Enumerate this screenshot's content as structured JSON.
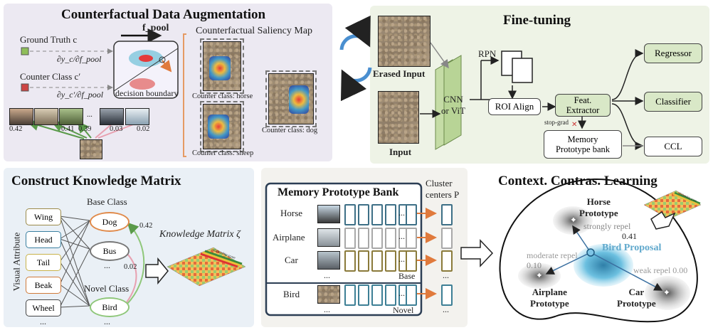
{
  "cda": {
    "title": "Counterfactual Data Augmentation",
    "ground_truth": "Ground Truth c",
    "counter_class": "Counter Class c′",
    "grad_gt": "∂y_c/∂f_pool",
    "grad_cc": "∂y_c′/∂f_pool",
    "fpool": "f_pool",
    "decision_boundary": "decision boundary",
    "saliency_title": "Counterfactual Saliency Map",
    "cc_horse": "Counter class: horse",
    "cc_sheep": "Counter class: sheep",
    "cc_dog": "Counter class: dog",
    "scores": [
      "0.42",
      "0.41",
      "0.39",
      "...",
      "0.03",
      "0.02"
    ]
  },
  "ft": {
    "title": "Fine-tuning",
    "erased_input": "Erased Input",
    "input": "Input",
    "backbone": "CNN\nor ViT",
    "rpn": "RPN",
    "roi": "ROI Align",
    "feat": "Feat.\nExtractor",
    "stopgrad": "stop-grad",
    "memory": "Memory\nPrototype bank",
    "regressor": "Regressor",
    "classifier": "Classifier",
    "ccl": "CCL",
    "colors": {
      "green_box": "#d9e8c7",
      "backbone": "#c5dca6"
    }
  },
  "km": {
    "title": "Construct Knowledge Matrix",
    "visual_attribute": "Visual Attribute",
    "attributes": [
      "Wing",
      "Head",
      "Tail",
      "Beak",
      "Wheel"
    ],
    "attr_more": "...",
    "base_class": "Base Class",
    "novel_class": "Novel Class",
    "classes": [
      "Dog",
      "Bus",
      "Bird"
    ],
    "dots": "...",
    "w1": "0.42",
    "w2": "0.02",
    "matrix_label": "Knowledge Matrix ζ",
    "rel_label": "relationship score"
  },
  "mpb": {
    "title": "Memory Prototype Bank",
    "cluster": "Cluster\ncenters P",
    "rows": [
      "Horse",
      "Airplane",
      "Car",
      "Bird"
    ],
    "ell": "...",
    "base": "Base",
    "novel": "Novel",
    "row_colors": [
      "#3d6f86",
      "#a8a8a8",
      "#8a7a3a",
      "#3d7f95"
    ]
  },
  "ccl": {
    "title": "Context. Contras. Learning",
    "horse": "Horse\nPrototype",
    "airplane": "Airplane\nPrototype",
    "car": "Car\nPrototype",
    "bird": "Bird Proposal",
    "strong": "strongly repel",
    "strong_v": "0.41",
    "moderate": "moderate repel",
    "moderate_v": "0.10",
    "weak": "weak repel 0.00",
    "rel_label": "relationship score"
  }
}
